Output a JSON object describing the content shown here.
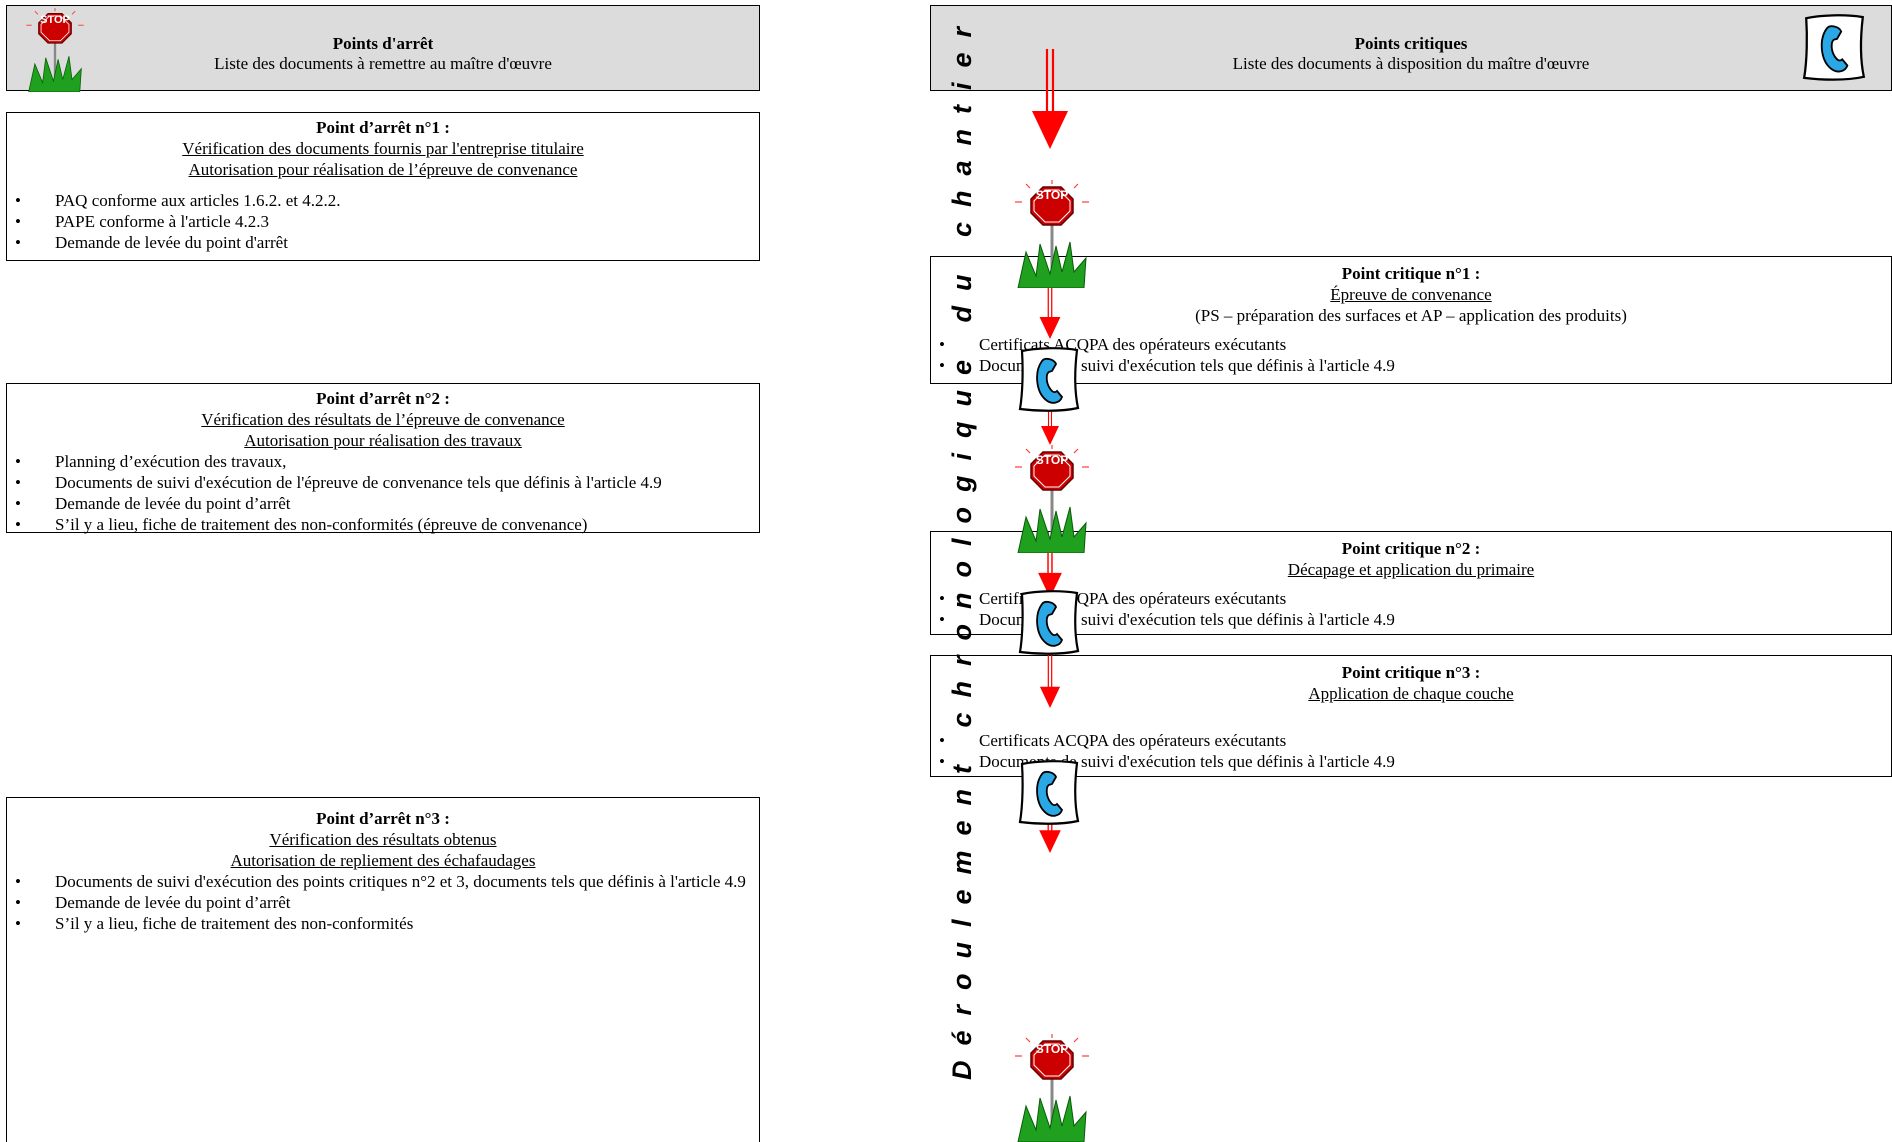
{
  "header_left": {
    "title": "Points d'arrêt",
    "subtitle": "Liste des documents à remettre au maître d'œuvre"
  },
  "header_right": {
    "title": "Points critiques",
    "subtitle": "Liste des documents à disposition du maître d'œuvre"
  },
  "timeline_label": "Déroulement chronologique du chantier",
  "stop_sign_text": "STOP",
  "arret1": {
    "title": "Point d’arrêt n°1 :",
    "lines": [
      "Vérification des documents fournis par l'entreprise titulaire",
      "Autorisation pour réalisation de l’épreuve de convenance"
    ],
    "items": [
      "PAQ  conforme aux articles 1.6.2. et  4.2.2.",
      "PAPE conforme à l'article 4.2.3",
      "Demande de levée du point d'arrêt"
    ]
  },
  "arret2": {
    "title": "Point d’arrêt n°2 :",
    "lines": [
      "Vérification des résultats de l’épreuve de convenance",
      "Autorisation pour réalisation  des travaux"
    ],
    "items": [
      "Planning d’exécution des travaux,",
      "Documents de suivi d'exécution de l'épreuve de convenance tels que définis à l'article 4.9",
      "Demande de levée du point d’arrêt",
      "S’il y a lieu, fiche de traitement des non-conformités (épreuve de convenance)"
    ]
  },
  "arret3": {
    "title": "Point d’arrêt n°3 :",
    "lines": [
      "Vérification des résultats obtenus",
      "Autorisation de repliement des échafaudages"
    ],
    "items": [
      "Documents de suivi d'exécution des points critiques n°2 et 3, documents tels que définis à l'article 4.9",
      "Demande de levée du point d’arrêt",
      "S’il y a lieu, fiche de traitement des non-conformités"
    ]
  },
  "critique1": {
    "title": "Point critique n°1 :",
    "line_underlined": "Épreuve de convenance",
    "line_plain": "(PS – préparation des surfaces et AP – application des produits)",
    "items": [
      "Certificats ACQPA des opérateurs exécutants",
      "Documents de suivi d'exécution tels que définis à l'article 4.9"
    ]
  },
  "critique2": {
    "title": "Point critique n°2 :",
    "line_underlined": "Décapage et application du primaire",
    "items": [
      "Certificats ACQPA des opérateurs exécutants",
      "Documents de suivi d'exécution tels que définis à l'article 4.9"
    ]
  },
  "critique3": {
    "title": "Point critique n°3 :",
    "line_underlined": "Application de chaque couche",
    "items": [
      "Certificats ACQPA des opérateurs exécutants",
      "Documents de suivi d'exécution tels que définis à l'article 4.9"
    ]
  },
  "colors": {
    "header_bg": "#dcdcdc",
    "arrow": "#ff0000",
    "stop_red": "#cc0000",
    "grass": "#1fa01f",
    "phone": "#2aa8e6"
  }
}
